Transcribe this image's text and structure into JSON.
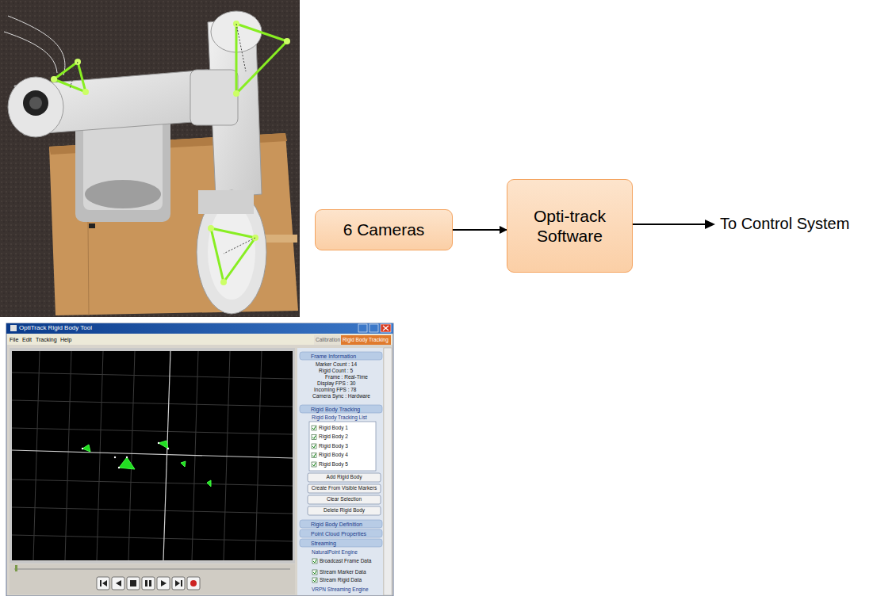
{
  "diagram": {
    "nodes": [
      {
        "text": [
          "6 Cameras"
        ]
      },
      {
        "text": [
          "Opti-track Software"
        ]
      }
    ],
    "edges": [
      {
        "from": 0,
        "to": 1,
        "arrow": "to"
      }
    ],
    "labels": [
      "OptiTrack Rigid Body Tool",
      "File",
      "Edit",
      "Tracking",
      "Help",
      "Calibration",
      "Rigid Body Tracking",
      "Frame Information",
      "Marker Count : 14",
      "Rigid Count : 5",
      "Frame : Real-Time",
      "Display FPS : 30",
      "Incoming FPS : 78",
      "Camera Sync : Hardware",
      "Rigid Body Tracking",
      "Rigid Body Tracking List",
      "Rigid Body 1",
      "Rigid Body 2",
      "Rigid Body 3",
      "Rigid Body 4",
      "Rigid Body 5",
      "Add Rigid Body",
      "Create From Visible Markers",
      "Clear Selection",
      "Delete Rigid Body",
      "Rigid Body Definition",
      "Point Cloud Properties",
      "Streaming",
      "NaturalPoint Engine",
      "Broadcast Frame Data",
      "Stream Marker Data",
      "Stream Rigid Data",
      "VRPN Streaming Engine",
      "To Control System"
    ]
  }
}
